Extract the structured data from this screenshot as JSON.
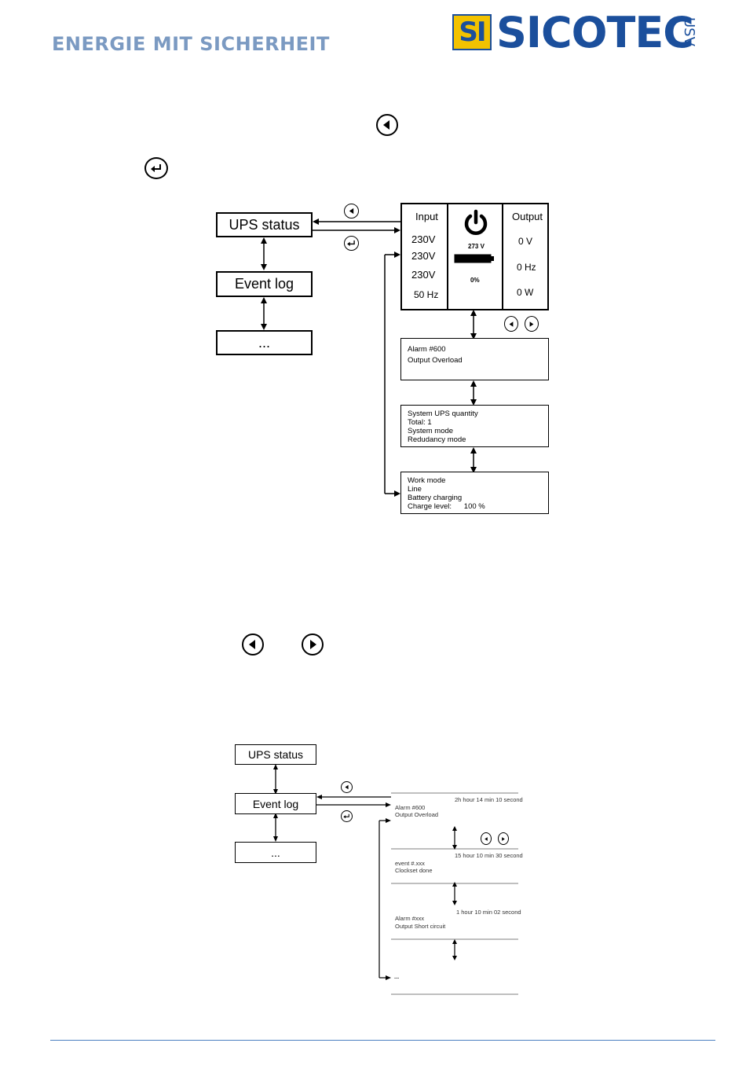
{
  "header": {
    "tagline": "ENERGIE MIT SICHERHEIT",
    "logo_mark": "SI",
    "logo_text": "SICOTEC",
    "logo_suffix": "USV"
  },
  "icons": {
    "left_button": "left-arrow-button-icon",
    "right_button": "right-arrow-button-icon",
    "enter_button": "enter-button-icon",
    "power": "power-icon"
  },
  "diagram1": {
    "menu": [
      "UPS status",
      "Event log",
      "..."
    ],
    "status": {
      "input_label": "Input",
      "input_values": [
        "230V",
        "230V",
        "230V",
        "50 Hz"
      ],
      "voltage": "273 V",
      "percent": "0%",
      "output_label": "Output",
      "output_values": [
        "0 V",
        "0 Hz",
        "0 W"
      ]
    },
    "alarm": [
      "Alarm #600",
      "Output Overload"
    ],
    "system": [
      "System UPS quantity",
      "Total: 1",
      "System mode",
      "Redudancy mode"
    ],
    "work": [
      "Work mode",
      "Line",
      "Battery charging",
      "Charge level:      100 %"
    ]
  },
  "diagram2": {
    "menu": [
      "UPS status",
      "Event log",
      "..."
    ],
    "events": [
      {
        "time": "2h hour 14 min 10 second",
        "line1": "Alarm #600",
        "line2": "Output Overload"
      },
      {
        "time": "15 hour 10 min 30 second",
        "line1": "event #.xxx",
        "line2": "Clockset done"
      },
      {
        "time": "1 hour 10 min 02 second",
        "line1": "Alarm #xxx",
        "line2": "Output Short circuit"
      },
      {
        "time": "",
        "line1": "...",
        "line2": ""
      }
    ]
  },
  "colors": {
    "brand_blue": "#1b4f9c",
    "brand_yellow": "#f2c200",
    "tagline": "#7b9ac2"
  }
}
